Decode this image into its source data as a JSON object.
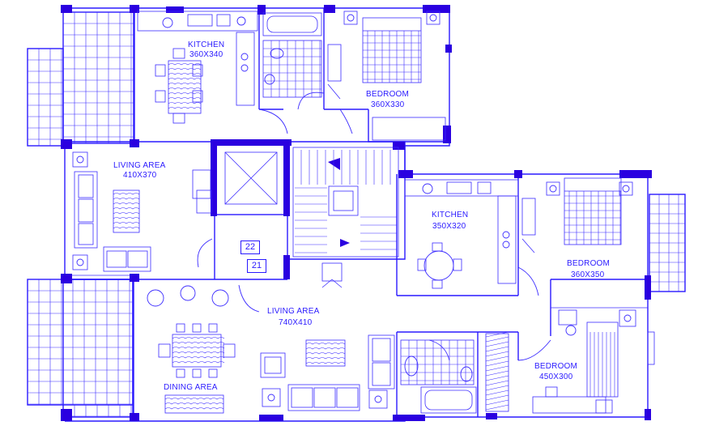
{
  "rooms": {
    "kitchen_top": {
      "name": "KITCHEN",
      "size": "360X340"
    },
    "bedroom_top": {
      "name": "BEDROOM",
      "size": "360X330"
    },
    "living_left": {
      "name": "LIVING AREA",
      "size": "410X370"
    },
    "kitchen_right": {
      "name": "KITCHEN",
      "size": "350X320"
    },
    "bedroom_right": {
      "name": "BEDROOM",
      "size": "360X350"
    },
    "living_main": {
      "name": "LIVING AREA",
      "size": "740X410"
    },
    "dining": {
      "name": "DINING AREA"
    },
    "bedroom_bottom": {
      "name": "BEDROOM",
      "size": "450X300"
    }
  },
  "stair_numbers": {
    "upper": "22",
    "lower": "21"
  },
  "colors": {
    "line": "#2a1aff",
    "column": "#2a00e0",
    "background": "#ffffff"
  }
}
